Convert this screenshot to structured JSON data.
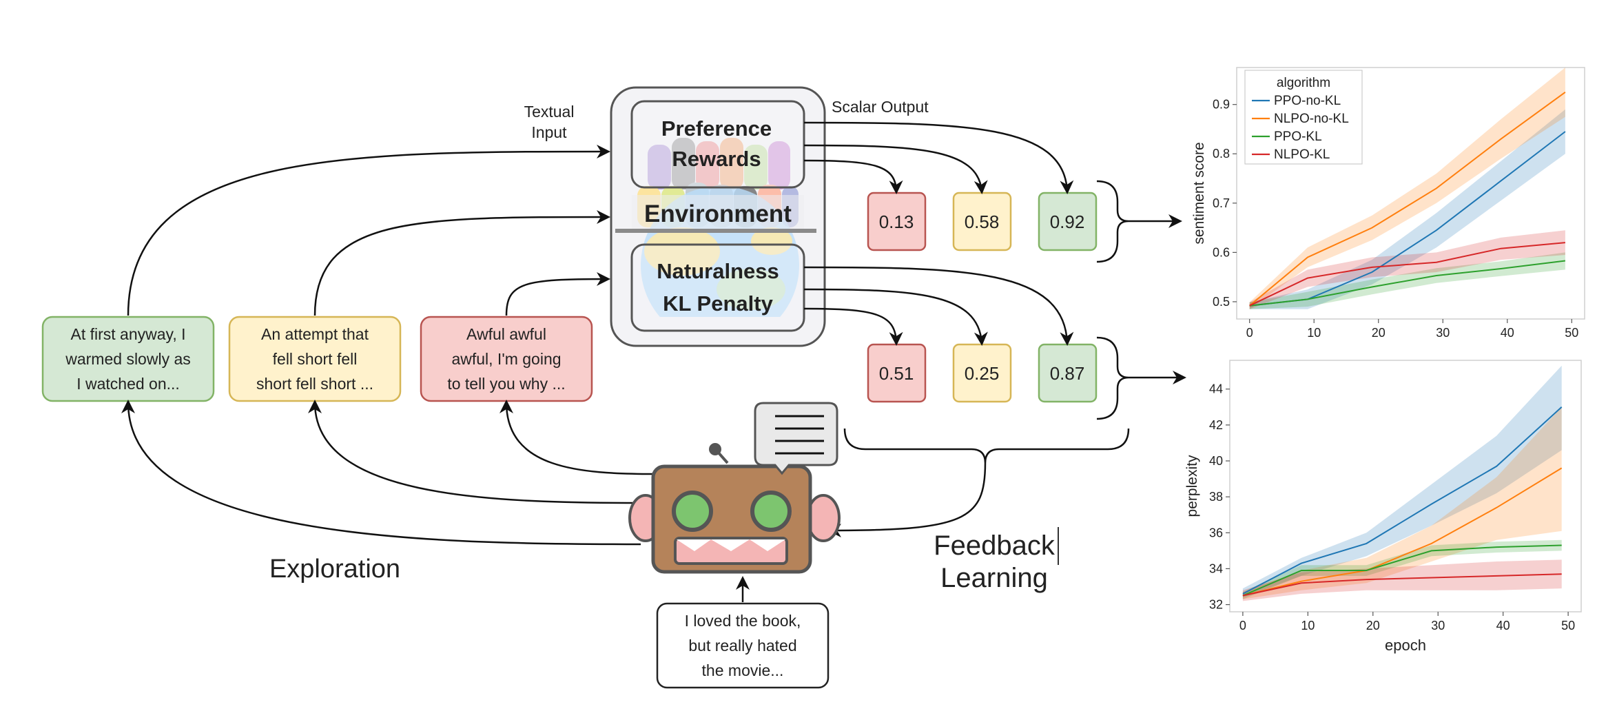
{
  "labels": {
    "textual_input_line1": "Textual",
    "textual_input_line2": "Input",
    "scalar_output": "Scalar Output",
    "preference_line1": "Preference",
    "preference_line2": "Rewards",
    "environment": "Environment",
    "naturalness_line1": "Naturalness",
    "naturalness_line2": "KL Penalty",
    "exploration": "Exploration",
    "feedback_line1": "Feedback",
    "feedback_line2": "Learning"
  },
  "text_boxes": [
    {
      "lines": [
        "At first anyway, I",
        "warmed slowly as",
        "I watched on..."
      ],
      "fill": "#d5e8d4",
      "stroke": "#82b366"
    },
    {
      "lines": [
        "An attempt that",
        "fell short fell",
        "short fell short ..."
      ],
      "fill": "#fff2cc",
      "stroke": "#d6b656"
    },
    {
      "lines": [
        "Awful awful",
        "awful, I'm going",
        "to tell you why ..."
      ],
      "fill": "#f8cecc",
      "stroke": "#b85450"
    }
  ],
  "prompt_box": {
    "lines": [
      "I loved the book,",
      "but really hated",
      "the movie..."
    ]
  },
  "reward_scores": [
    {
      "value": "0.13",
      "fill": "#f8cecc",
      "stroke": "#b85450"
    },
    {
      "value": "0.58",
      "fill": "#fff2cc",
      "stroke": "#d6b656"
    },
    {
      "value": "0.92",
      "fill": "#d5e8d4",
      "stroke": "#82b366"
    }
  ],
  "kl_scores": [
    {
      "value": "0.51",
      "fill": "#f8cecc",
      "stroke": "#b85450"
    },
    {
      "value": "0.25",
      "fill": "#fff2cc",
      "stroke": "#d6b656"
    },
    {
      "value": "0.87",
      "fill": "#d5e8d4",
      "stroke": "#82b366"
    }
  ],
  "colors": {
    "PPO-no-KL": "#1f77b4",
    "NLPO-no-KL": "#ff7f0e",
    "PPO-KL": "#2ca02c",
    "NLPO-KL": "#d62728"
  },
  "chart_data": [
    {
      "type": "line",
      "xlabel": "",
      "ylabel": "sentiment score",
      "xlim": [
        -2,
        52
      ],
      "ylim": [
        0.465,
        0.975
      ],
      "xticks": [
        0,
        10,
        20,
        30,
        40,
        50
      ],
      "yticks": [
        0.5,
        0.6,
        0.7,
        0.8,
        0.9
      ],
      "legend": {
        "title": "algorithm",
        "position": "top-left"
      },
      "grid": false,
      "series": [
        {
          "name": "PPO-no-KL",
          "x": [
            0,
            9,
            19,
            29,
            39,
            49
          ],
          "y": [
            0.492,
            0.505,
            0.56,
            0.645,
            0.745,
            0.845
          ],
          "lower": [
            0.485,
            0.485,
            0.535,
            0.61,
            0.705,
            0.8
          ],
          "upper": [
            0.499,
            0.525,
            0.585,
            0.68,
            0.785,
            0.89
          ]
        },
        {
          "name": "NLPO-no-KL",
          "x": [
            0,
            9,
            19,
            29,
            39,
            49
          ],
          "y": [
            0.492,
            0.59,
            0.65,
            0.73,
            0.83,
            0.925
          ],
          "lower": [
            0.485,
            0.57,
            0.625,
            0.7,
            0.79,
            0.875
          ],
          "upper": [
            0.499,
            0.61,
            0.675,
            0.76,
            0.87,
            0.975
          ]
        },
        {
          "name": "PPO-KL",
          "x": [
            0,
            9,
            19,
            29,
            39,
            49
          ],
          "y": [
            0.492,
            0.505,
            0.53,
            0.553,
            0.567,
            0.583
          ],
          "lower": [
            0.485,
            0.49,
            0.515,
            0.538,
            0.552,
            0.565
          ],
          "upper": [
            0.499,
            0.52,
            0.545,
            0.568,
            0.582,
            0.6
          ]
        },
        {
          "name": "NLPO-KL",
          "x": [
            0,
            9,
            19,
            29,
            39,
            49
          ],
          "y": [
            0.492,
            0.548,
            0.57,
            0.58,
            0.608,
            0.62
          ],
          "lower": [
            0.485,
            0.53,
            0.55,
            0.56,
            0.585,
            0.595
          ],
          "upper": [
            0.499,
            0.565,
            0.59,
            0.6,
            0.63,
            0.645
          ]
        }
      ]
    },
    {
      "type": "line",
      "xlabel": "epoch",
      "ylabel": "perplexity",
      "xlim": [
        -2,
        52
      ],
      "ylim": [
        31.6,
        45.6
      ],
      "xticks": [
        0,
        10,
        20,
        30,
        40,
        50
      ],
      "yticks": [
        32,
        34,
        36,
        38,
        40,
        42,
        44
      ],
      "grid": false,
      "series": [
        {
          "name": "PPO-no-KL",
          "x": [
            0,
            9,
            19,
            29,
            39,
            49
          ],
          "y": [
            32.6,
            34.3,
            35.4,
            37.6,
            39.7,
            43.0
          ],
          "lower": [
            32.4,
            33.6,
            34.7,
            36.4,
            38.2,
            40.6
          ],
          "upper": [
            32.9,
            34.6,
            36.0,
            38.7,
            41.4,
            45.3
          ]
        },
        {
          "name": "NLPO-no-KL",
          "x": [
            0,
            9,
            19,
            29,
            39,
            49
          ],
          "y": [
            32.5,
            33.3,
            33.9,
            35.4,
            37.4,
            39.6
          ],
          "lower": [
            32.3,
            32.8,
            33.2,
            34.4,
            35.6,
            36.1
          ],
          "upper": [
            32.7,
            33.9,
            34.6,
            36.4,
            39.1,
            43.0
          ]
        },
        {
          "name": "PPO-KL",
          "x": [
            0,
            9,
            19,
            29,
            39,
            49
          ],
          "y": [
            32.5,
            33.9,
            33.9,
            35.0,
            35.2,
            35.3
          ],
          "lower": [
            32.3,
            33.6,
            33.6,
            34.7,
            34.9,
            35.0
          ],
          "upper": [
            32.7,
            34.2,
            34.2,
            35.3,
            35.5,
            35.6
          ]
        },
        {
          "name": "NLPO-KL",
          "x": [
            0,
            9,
            19,
            29,
            39,
            49
          ],
          "y": [
            32.5,
            33.2,
            33.4,
            33.5,
            33.6,
            33.7
          ],
          "lower": [
            32.2,
            32.6,
            32.8,
            32.8,
            32.8,
            32.9
          ],
          "upper": [
            32.8,
            33.8,
            34.0,
            34.2,
            34.4,
            34.5
          ]
        }
      ]
    }
  ]
}
